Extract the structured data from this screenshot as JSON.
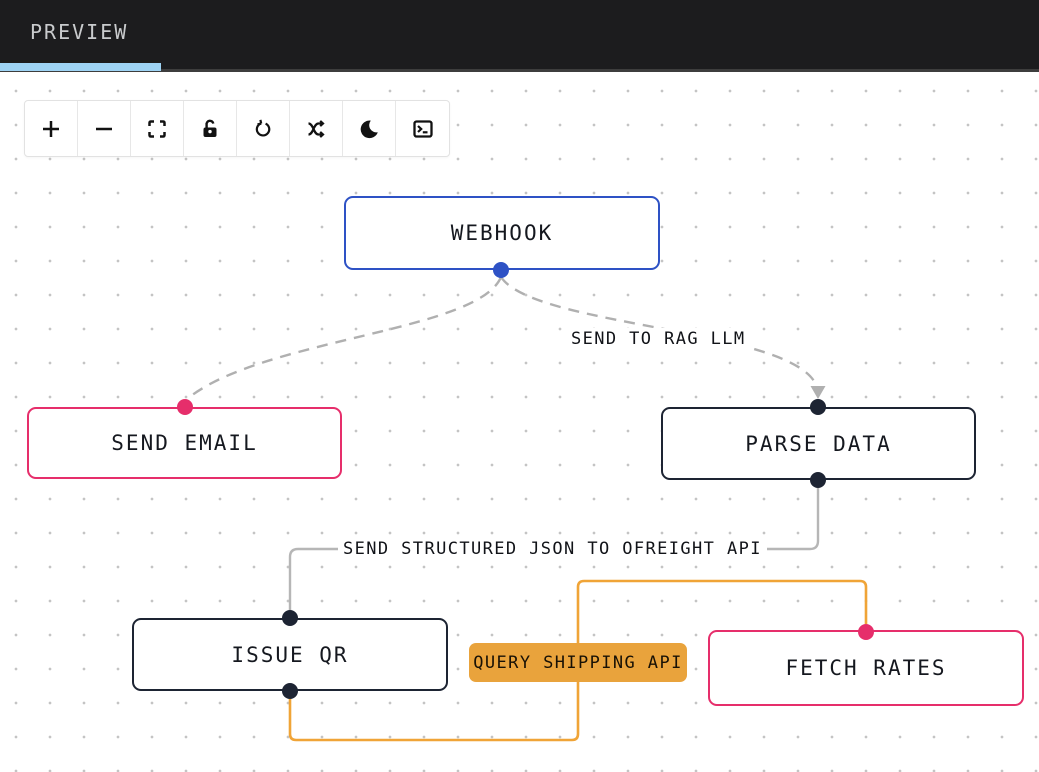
{
  "header": {
    "tab_label": "PREVIEW"
  },
  "toolbar": {
    "icons": [
      "plus",
      "minus",
      "fit-view",
      "lock-open",
      "undo",
      "shuffle",
      "moon",
      "terminal"
    ]
  },
  "nodes": [
    {
      "id": "webhook",
      "label": "WEBHOOK",
      "accent": "#2e52c5"
    },
    {
      "id": "send-email",
      "label": "SEND EMAIL",
      "accent": "#e62e6b"
    },
    {
      "id": "parse-data",
      "label": "PARSE DATA",
      "accent": "#1d2433"
    },
    {
      "id": "issue-qr",
      "label": "ISSUE QR",
      "accent": "#1d2433"
    },
    {
      "id": "fetch-rates",
      "label": "FETCH RATES",
      "accent": "#e62e6b"
    }
  ],
  "edges": [
    {
      "from": "webhook",
      "to": "send-email",
      "label": "",
      "style": "dashed",
      "color": "#b0b0b0"
    },
    {
      "from": "webhook",
      "to": "parse-data",
      "label": "SEND TO RAG LLM",
      "style": "dashed",
      "color": "#b0b0b0"
    },
    {
      "from": "parse-data",
      "to": "issue-qr",
      "label": "SEND STRUCTURED JSON TO OFREIGHT API",
      "style": "solid",
      "color": "#b6b6b6"
    },
    {
      "from": "issue-qr",
      "to": "fetch-rates",
      "label": "QUERY SHIPPING API",
      "style": "solid",
      "color": "#f0a437",
      "label_bg": "#e9a33c"
    }
  ],
  "colors": {
    "header_bg": "#1c1c1e",
    "tab_underline": "#9ed3f4",
    "canvas_bg": "#ffffff",
    "grid_dot": "#c4c4c4",
    "blue": "#2e52c5",
    "pink": "#e62e6b",
    "dark": "#1d2433",
    "orange": "#f0a437",
    "gray_wire": "#b0b0b0"
  }
}
